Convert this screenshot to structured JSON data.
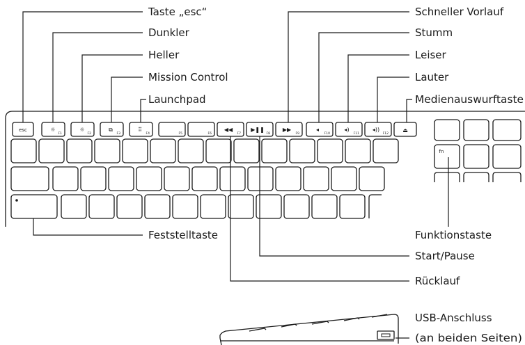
{
  "labels": {
    "esc": "Taste „esc“",
    "dunkler": "Dunkler",
    "heller": "Heller",
    "mission_control": "Mission Control",
    "launchpad": "Launchpad",
    "schneller_vorlauf": "Schneller Vorlauf",
    "stumm": "Stumm",
    "leiser": "Leiser",
    "lauter": "Lauter",
    "medienauswurftaste": "Medienauswurftaste",
    "feststelltaste": "Feststelltaste",
    "funktionstaste": "Funktionstaste",
    "start_pause": "Start/Pause",
    "ruecklauf": "Rücklauf",
    "usb_line1": "USB-Anschluss",
    "usb_line2": "(an beiden Seiten)"
  },
  "keys": {
    "esc": "esc",
    "fn": "fn",
    "f1": "F1",
    "f2": "F2",
    "f3": "F3",
    "f4": "F4",
    "f5": "F5",
    "f6": "F6",
    "f7": "F7",
    "f8": "F8",
    "f9": "F9",
    "f10": "F10",
    "f11": "F11",
    "f12": "F12"
  }
}
